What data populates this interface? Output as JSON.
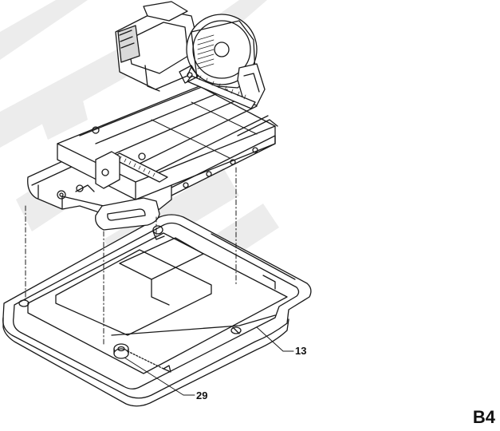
{
  "figure": {
    "label": "B4"
  },
  "callouts": [
    {
      "id": "13",
      "text": "13"
    },
    {
      "id": "29",
      "text": "29"
    }
  ],
  "colors": {
    "line": "#1a1a1a",
    "watermark": "#e4e4e4",
    "shade": "#d9d9d9"
  }
}
